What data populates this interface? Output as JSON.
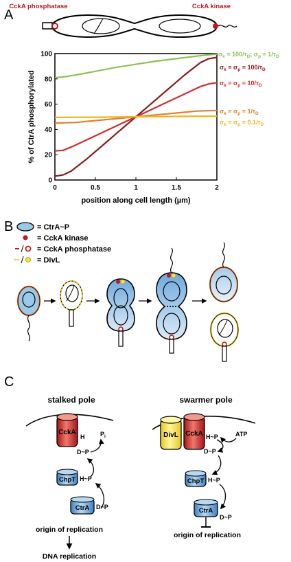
{
  "panel_a": {
    "letter": "A",
    "phosphatase_label": "CckA phosphatase",
    "kinase_label": "CckA kinase",
    "ylabel": "% of CtrA phosphorylated",
    "xlabel": "position along cell length (µm)",
    "series_labels": [
      {
        "name": "σk = 100/τD; σp = 1/τD",
        "main": "σ",
        "s1": "k",
        "mid": " = 100/τ",
        "s2": "D",
        "mid2": "; σ",
        "s3": "p",
        "tail": " = 1/τ",
        "s4": "D"
      },
      {
        "name": "σk = σp = 100/τD",
        "main": "σ",
        "s1": "k",
        "mid": " = σ",
        "s2": "p",
        "tail": " = 100/τ",
        "s3": "D"
      },
      {
        "name": "σk = σp = 10/τD",
        "main": "σ",
        "s1": "k",
        "mid": " = σ",
        "s2": "p",
        "tail": " = 10/τ",
        "s3": "D"
      },
      {
        "name": "σk = σp = 1/τD",
        "main": "σ",
        "s1": "k",
        "mid": " = σ",
        "s2": "p",
        "tail": " = 1/τ",
        "s3": "D"
      },
      {
        "name": "σk = σp = 0.1/τD",
        "main": "σ",
        "s1": "k",
        "mid": " = σ",
        "s2": "p",
        "tail": " = 0.1/τ",
        "s3": "D"
      }
    ]
  },
  "chart_data": {
    "type": "line",
    "xlabel": "position along cell length (µm)",
    "ylabel": "% of CtrA phosphorylated",
    "xlim": [
      0,
      2
    ],
    "ylim": [
      0,
      100
    ],
    "xticks": [
      "0",
      "0.5",
      "1",
      "1.5",
      "2"
    ],
    "yticks": [
      "0",
      "20",
      "40",
      "60",
      "80",
      "100"
    ],
    "grid": false,
    "series": [
      {
        "name": "σk = 100/τD; σp = 1/τD",
        "color": "#8cc152",
        "x": [
          0,
          0.1,
          0.25,
          0.5,
          0.75,
          1.0,
          1.25,
          1.5,
          1.75,
          1.9,
          2.0
        ],
        "y": [
          81,
          81.5,
          83,
          86,
          89,
          91.5,
          94,
          96,
          98,
          99,
          99.5
        ]
      },
      {
        "name": "σk = σp = 100/τD",
        "color": "#8b1a1a",
        "x": [
          0,
          0.1,
          0.2,
          0.4,
          0.6,
          0.8,
          1.0,
          1.2,
          1.4,
          1.6,
          1.8,
          1.9,
          2.0
        ],
        "y": [
          3,
          4,
          7,
          17,
          28,
          39,
          50,
          61,
          72,
          83,
          93,
          96,
          97
        ]
      },
      {
        "name": "σk = σp = 10/τD",
        "color": "#d42a2a",
        "x": [
          0,
          0.1,
          0.2,
          0.4,
          0.6,
          0.8,
          1.0,
          1.2,
          1.4,
          1.6,
          1.8,
          1.9,
          2.0
        ],
        "y": [
          23,
          23.5,
          26,
          32,
          38,
          44,
          50,
          56,
          62,
          68,
          74,
          76,
          77
        ]
      },
      {
        "name": "σk = σp = 1/τD",
        "color": "#e0812c",
        "x": [
          0,
          0.25,
          0.5,
          0.75,
          1.0,
          1.25,
          1.5,
          1.75,
          2.0
        ],
        "y": [
          45,
          45.5,
          47,
          48.5,
          50,
          51.5,
          53,
          54.5,
          55
        ]
      },
      {
        "name": "σk = σp = 0.1/τD",
        "color": "#f0b323",
        "x": [
          0,
          0.5,
          1.0,
          1.5,
          2.0
        ],
        "y": [
          49.5,
          49.7,
          50,
          50.3,
          50.5
        ]
      }
    ]
  },
  "panel_b": {
    "letter": "B",
    "legend": [
      {
        "symbol": "cell",
        "label": "= CtrA~P"
      },
      {
        "symbol": "kinase-dot",
        "label": "= CckA kinase"
      },
      {
        "symbol": "phosphatase",
        "label": "= CckA phosphatase"
      },
      {
        "symbol": "divl",
        "label": "= DivL"
      }
    ]
  },
  "panel_c": {
    "letter": "C",
    "stalked": {
      "title": "stalked pole",
      "ccka": "CckA",
      "h": "H",
      "dp": "D~P",
      "pi_main": "P",
      "pi_sub": "i",
      "chpt": "ChpT",
      "chpt_hp": "H~P",
      "ctra": "CtrA",
      "ctra_dp": "D~P",
      "origin": "origin of replication",
      "dna": "DNA replication"
    },
    "swarmer": {
      "title": "swarmer pole",
      "divl": "DivL",
      "ccka": "CckA",
      "hp": "H~P",
      "dp": "D~P",
      "atp": "ATP",
      "chpt": "ChpT",
      "chpt_hp": "H~P",
      "ctra": "CtrA",
      "ctra_dp": "D~P",
      "origin": "origin of replication"
    }
  },
  "colors": {
    "kinase": "#c0181e",
    "phosphatase": "#b51c1c",
    "divl": "#f5e23c",
    "ctra_p": "#9cc8ea",
    "ccka_grad_top": "#f07b6a",
    "ccka_grad_bottom": "#b5131a"
  }
}
